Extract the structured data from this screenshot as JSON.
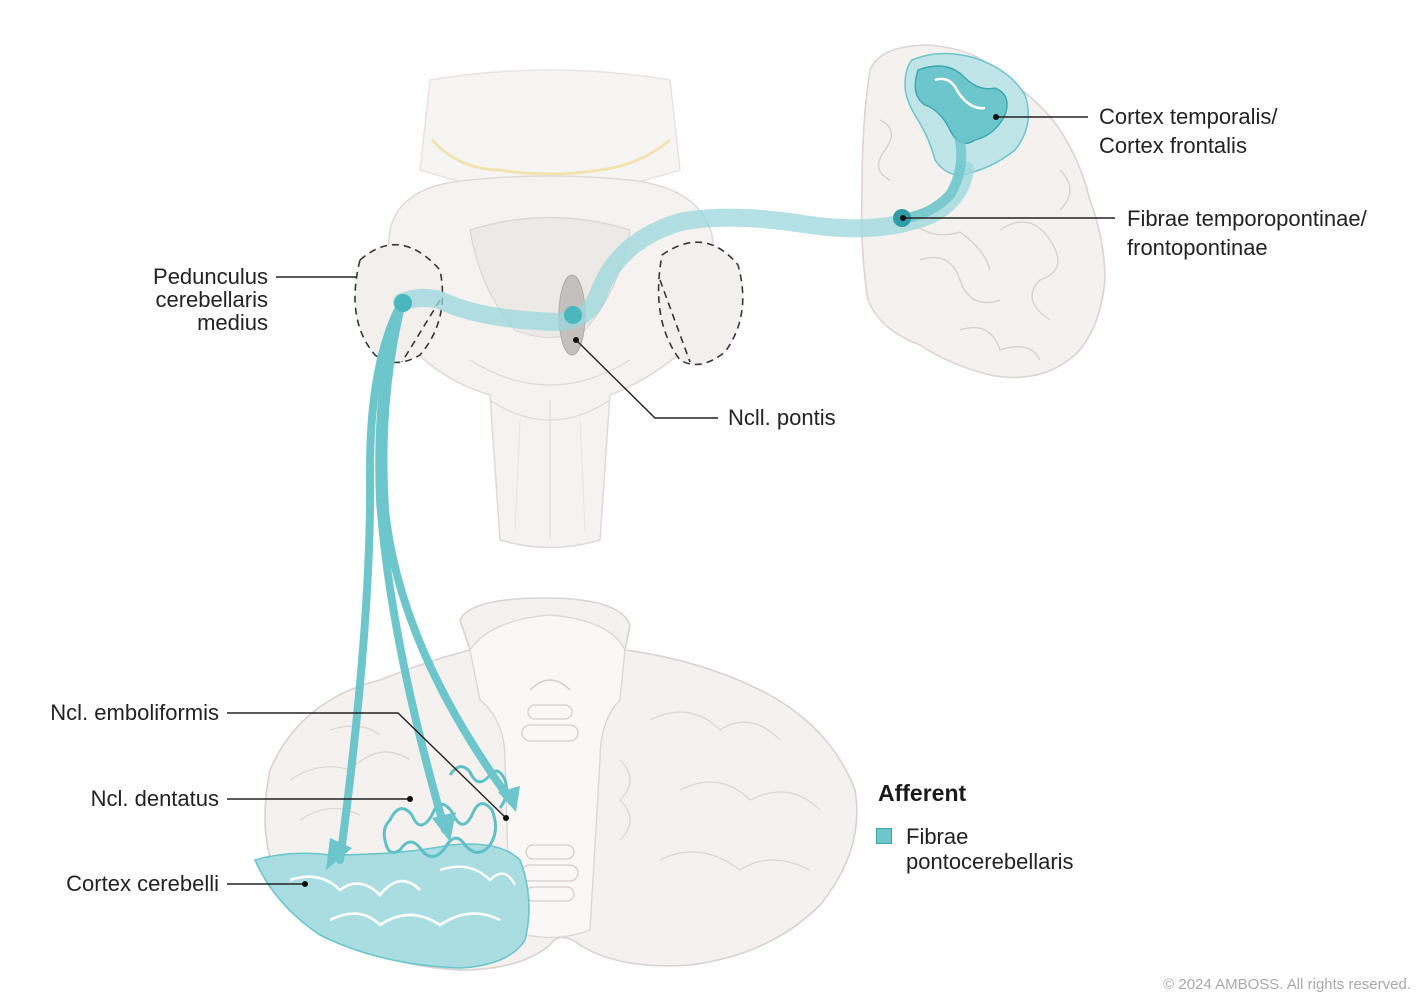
{
  "labels": {
    "pedunculus": [
      "Pedunculus",
      "cerebellaris",
      "medius"
    ],
    "ncll_pontis": "Ncll. pontis",
    "cortex_temporalis": [
      "Cortex temporalis/",
      "Cortex frontalis"
    ],
    "fibrae_temporopontinae": [
      "Fibrae temporopontinae/",
      "frontopontinae"
    ],
    "ncl_emboliformis": "Ncl. emboliformis",
    "ncl_dentatus": "Ncl. dentatus",
    "cortex_cerebelli": "Cortex cerebelli"
  },
  "legend": {
    "title": "Afferent",
    "item": [
      "Fibrae",
      "pontocerebellaris"
    ],
    "swatch_color": "#6cc6cc"
  },
  "copyright": "© 2024 AMBOSS. All rights reserved.",
  "colors": {
    "pathway": "#6cc6cc",
    "pathway_dark": "#2f9da6",
    "tissue": "#f2efed",
    "tissue_line": "#d9d3cf",
    "leader": "#222222"
  }
}
